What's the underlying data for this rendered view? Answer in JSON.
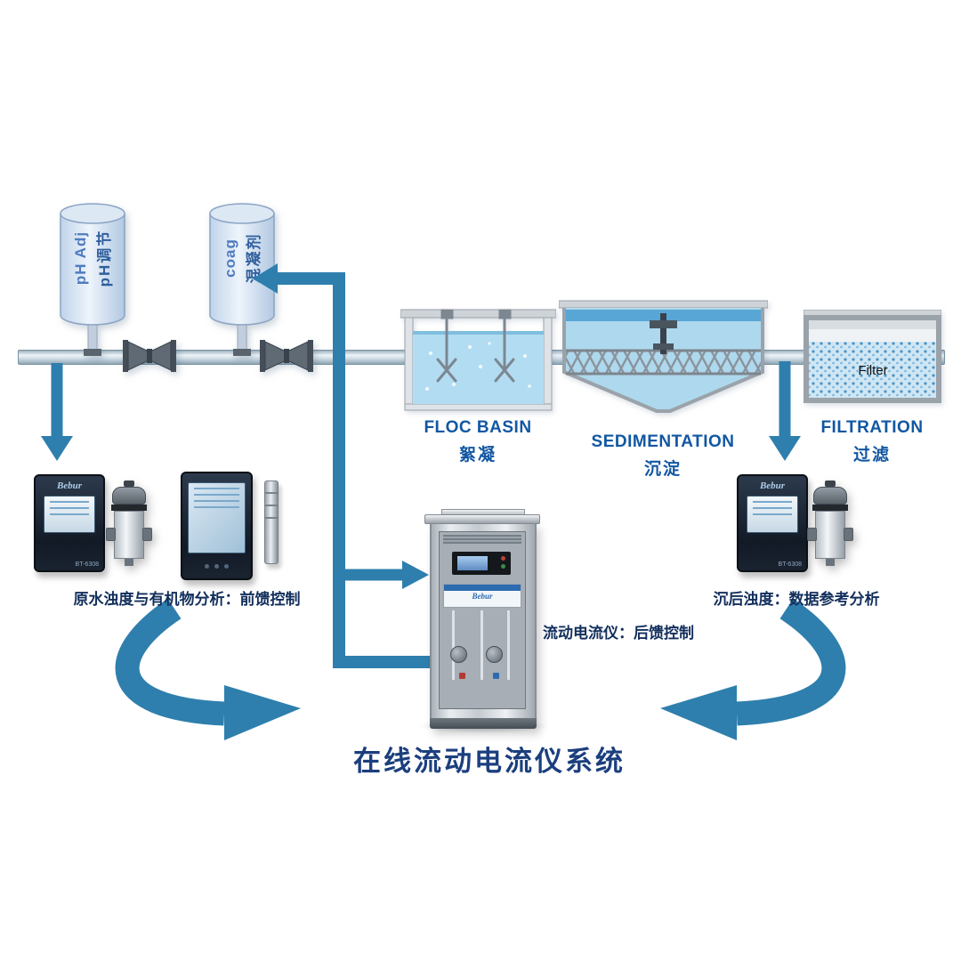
{
  "title": "在线流动电流仪系统",
  "tanks": {
    "ph": {
      "en": "pH Adj",
      "zh": "pH调节"
    },
    "coag": {
      "en": "coag",
      "zh": "混凝剂"
    }
  },
  "stages": {
    "floc": {
      "en": "FLOC BASIN",
      "zh": "絮凝"
    },
    "sed": {
      "en": "SEDIMENTATION",
      "zh": "沉淀"
    },
    "filt": {
      "en": "FILTRATION",
      "zh": "过滤",
      "media": "Filter"
    }
  },
  "captions": {
    "left": "原水浊度与有机物分析：前馈控制",
    "center": "流动电流仪：后馈控制",
    "right": "沉后浊度：数据参考分析"
  },
  "devices": {
    "brand": "Bebur",
    "model": "BT-6308"
  },
  "colors": {
    "arrow": "#2e7fad",
    "stage_label": "#1257a2",
    "caption": "#122f5c",
    "title": "#1b3f7e",
    "water": "#aed8ee",
    "dark_band": "#57a6d6"
  }
}
